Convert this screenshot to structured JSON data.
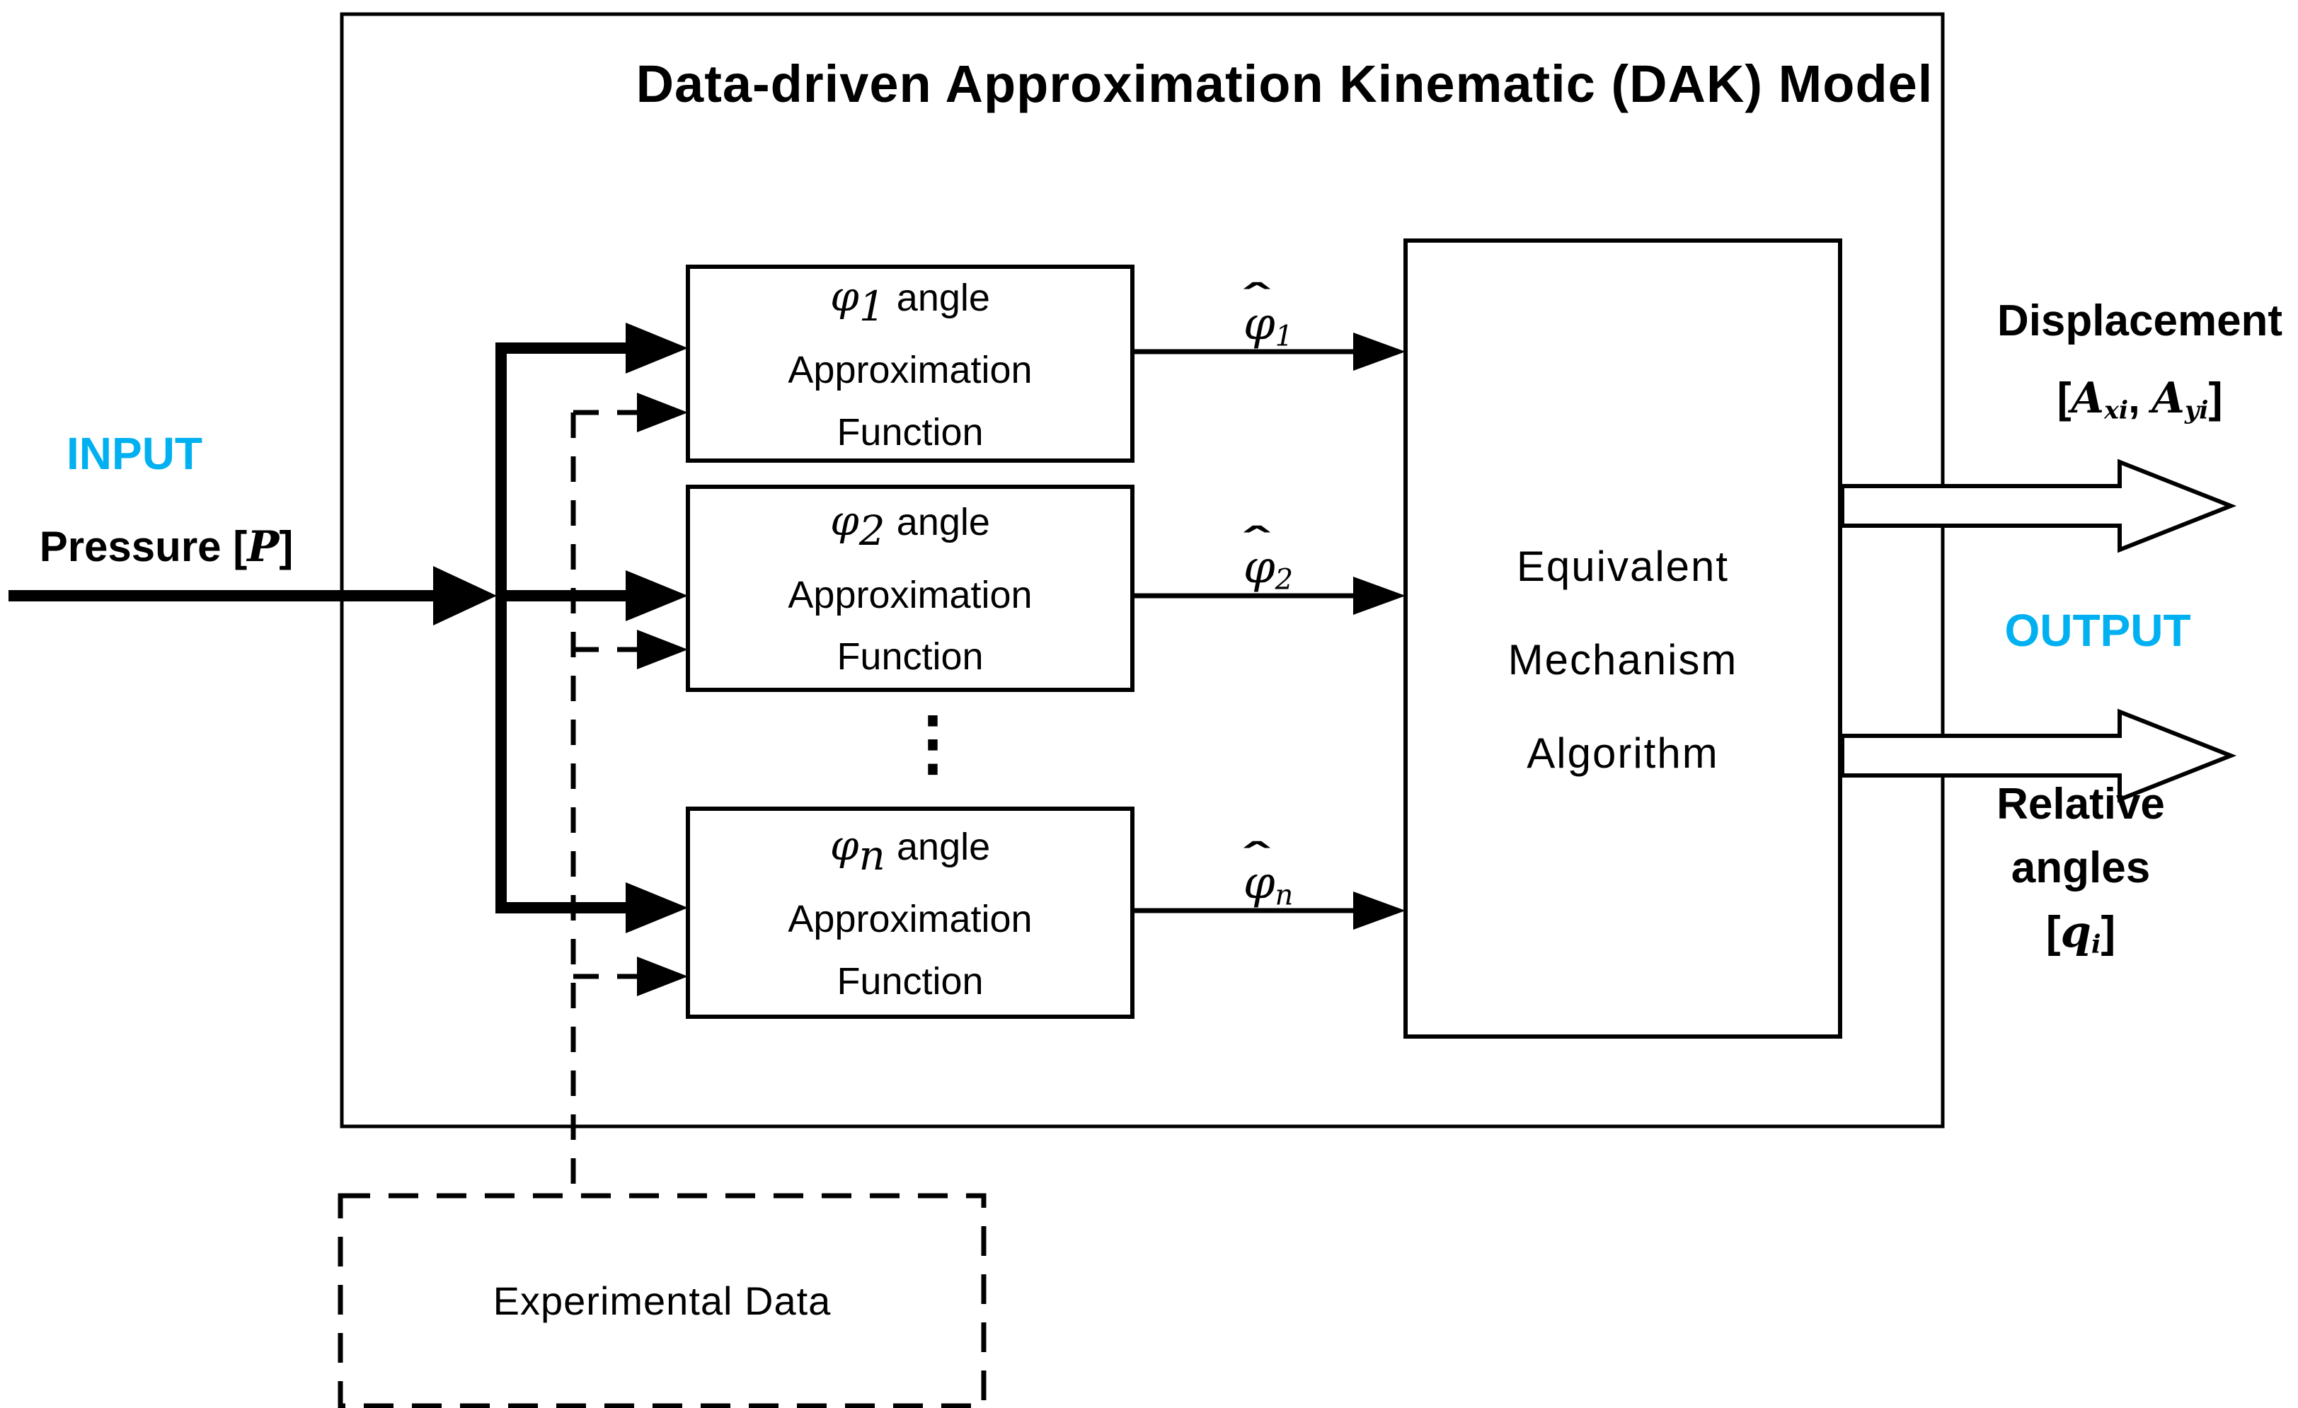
{
  "colors": {
    "accent": "#00B0F0",
    "ink": "#000000",
    "background": "#FFFFFF"
  },
  "dak_model": {
    "title": "Data-driven Approximation Kinematic (DAK) Model"
  },
  "input": {
    "label": "INPUT",
    "pressure_prefix": "Pressure [",
    "pressure_symbol": "P",
    "pressure_suffix": "]"
  },
  "approx_functions": [
    {
      "symbol": "φ",
      "subscript": "1",
      "angle_word": "angle",
      "line2": "Approximation",
      "line3": "Function"
    },
    {
      "symbol": "φ",
      "subscript": "2",
      "angle_word": "angle",
      "line2": "Approximation",
      "line3": "Function"
    },
    {
      "symbol": "φ",
      "subscript": "n",
      "angle_word": "angle",
      "line2": "Approximation",
      "line3": "Function"
    }
  ],
  "ellipsis": "⋮",
  "estimated_angles": [
    {
      "hat": "ˆ",
      "symbol": "φ",
      "subscript": "1"
    },
    {
      "hat": "ˆ",
      "symbol": "φ",
      "subscript": "2"
    },
    {
      "hat": "ˆ",
      "symbol": "φ",
      "subscript": "n"
    }
  ],
  "equivalent_mechanism": {
    "line1": "Equivalent",
    "line2": "Mechanism",
    "line3": "Algorithm"
  },
  "output": {
    "label": "OUTPUT",
    "displacement": {
      "title": "Displacement",
      "open_bracket": "[",
      "var1": "A",
      "sub1": "xi",
      "separator": ", ",
      "var2": "A",
      "sub2": "yi",
      "close_bracket": "]"
    },
    "relative_angles": {
      "line1": "Relative",
      "line2": "angles",
      "open_bracket": "[",
      "var": "q",
      "sub": "i",
      "close_bracket": "]"
    }
  },
  "experimental_data": {
    "label": "Experimental Data"
  }
}
